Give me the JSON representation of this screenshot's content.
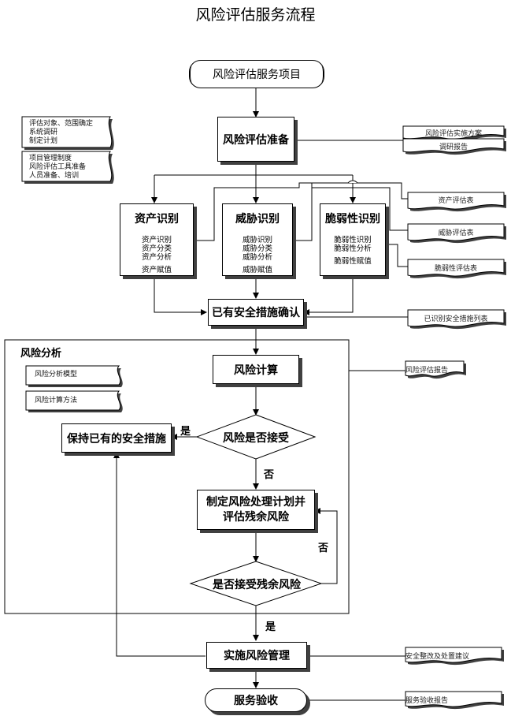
{
  "title": "风险评估服务流程",
  "nodes": {
    "start": "风险评估服务项目",
    "prepare": "风险评估准备",
    "asset": {
      "title": "资产识别",
      "items": [
        "资产识别",
        "资产分类",
        "资产分析",
        "资产赋值"
      ]
    },
    "threat": {
      "title": "威胁识别",
      "items": [
        "威胁识别",
        "威胁分类",
        "威胁分析",
        "威胁赋值"
      ]
    },
    "vuln": {
      "title": "脆弱性识别",
      "items": [
        "脆弱性识别",
        "脆弱性分析",
        "脆弱性赋值"
      ]
    },
    "confirm": "已有安全措施确认",
    "region": "风险分析",
    "calc": "风险计算",
    "accept": "风险是否接受",
    "keep": "保持已有的安全措施",
    "plan": [
      "制定风险处理计划并",
      "评估残余风险"
    ],
    "residual": "是否接受残余风险",
    "implement": "实施风险管理",
    "end": "服务验收"
  },
  "edges": {
    "yes1": "是",
    "no1": "否",
    "no2": "否",
    "yes2": "是"
  },
  "notes": {
    "left1": [
      "评估对象、范围确定",
      "系统调研",
      "制定计划"
    ],
    "left2": [
      "项目管理制度",
      "风险评估工具准备",
      "人员准备、培训"
    ],
    "model": "风险分析模型",
    "method": "风险计算方法"
  },
  "docs": {
    "plan_doc": "风险评估实施方案",
    "survey_doc": "调研报告",
    "asset_doc": "资产评估表",
    "threat_doc": "威胁评估表",
    "vuln_doc": "脆弱性评估表",
    "measures_doc": "已识别安全措施列表",
    "report_doc": "风险评估报告",
    "advice_doc": "安全整改及处置建议",
    "accept_doc": "服务验收报告"
  },
  "colors": {
    "line": "#000000",
    "shadow": "#404040",
    "doc_fill": "#ffffff"
  }
}
